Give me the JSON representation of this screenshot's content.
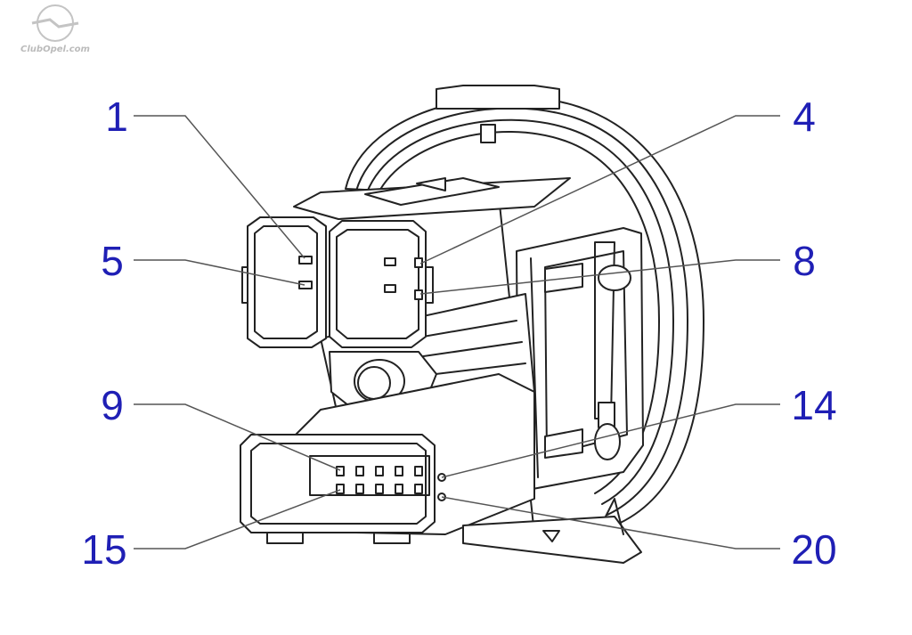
{
  "watermark": {
    "text": "ClubOpel.com",
    "logo": "opel-lightning-logo"
  },
  "callouts": [
    {
      "id": "pin-1",
      "label": "1"
    },
    {
      "id": "pin-4",
      "label": "4"
    },
    {
      "id": "pin-5",
      "label": "5"
    },
    {
      "id": "pin-8",
      "label": "8"
    },
    {
      "id": "pin-9",
      "label": "9"
    },
    {
      "id": "pin-14",
      "label": "14"
    },
    {
      "id": "pin-15",
      "label": "15"
    },
    {
      "id": "pin-20",
      "label": "20"
    }
  ],
  "colors": {
    "label": "#1f1fb5",
    "leader": "#555555",
    "outline": "#222222",
    "fill": "#ffffff",
    "watermark": "#bbbbbb"
  }
}
